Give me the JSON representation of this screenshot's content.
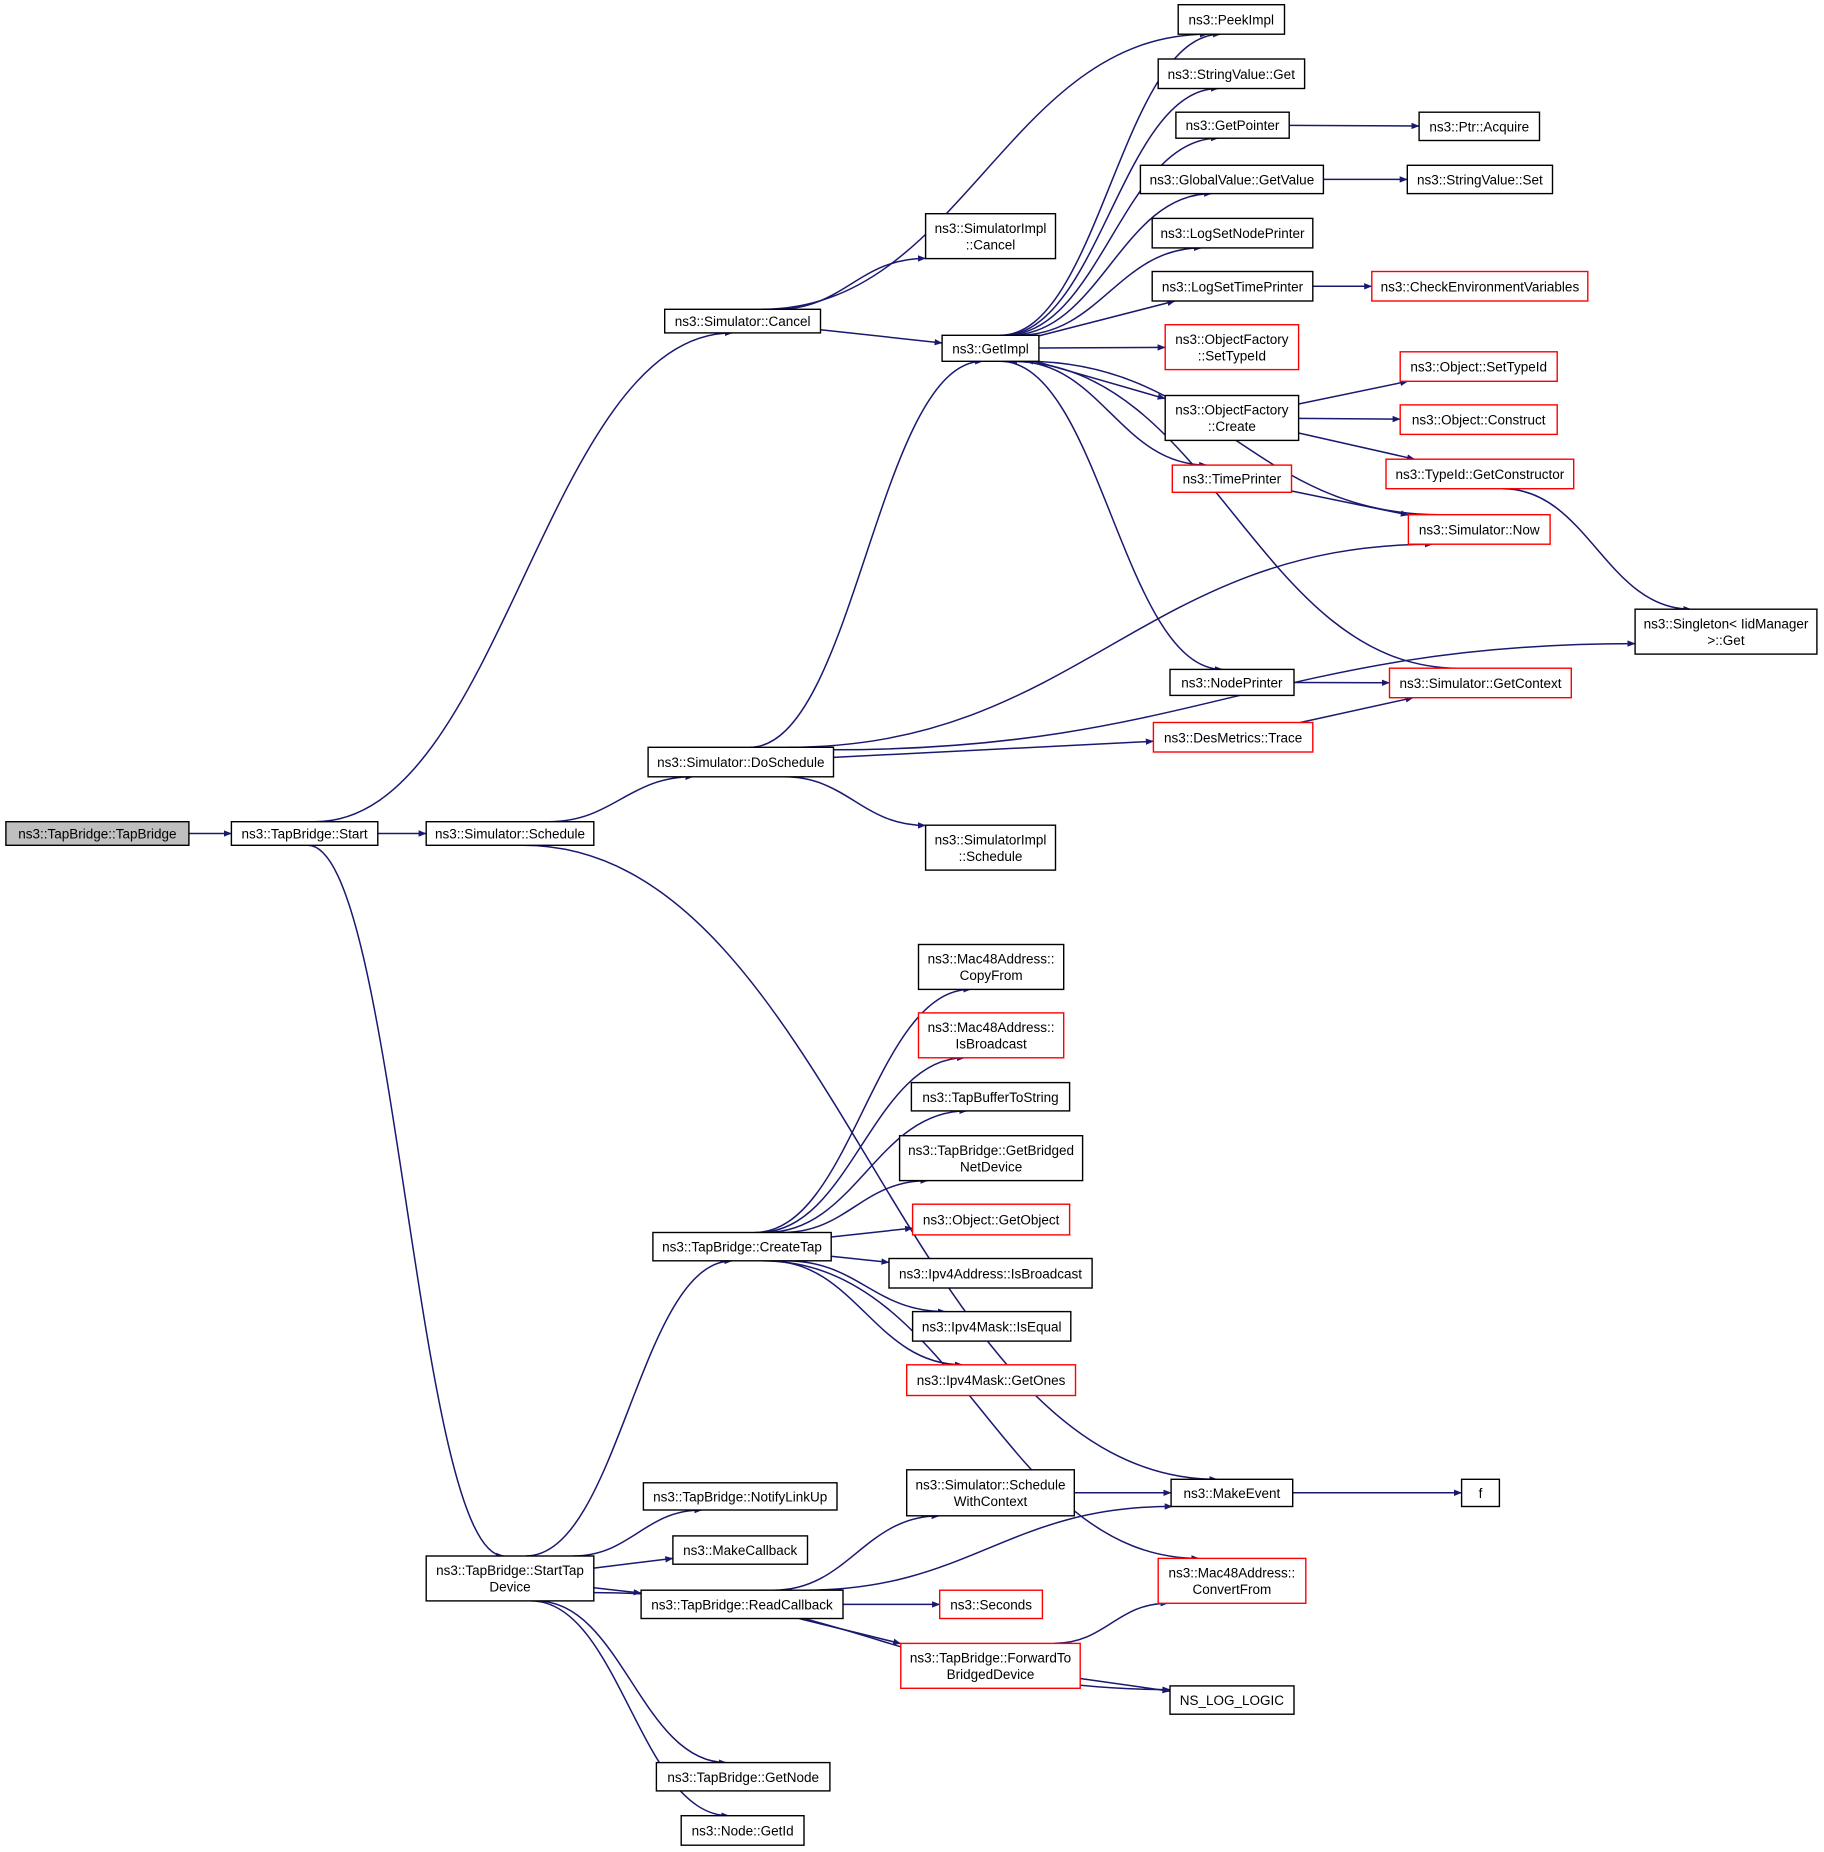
{
  "nodes": [
    {
      "id": "tapbridge_ctor",
      "lines": [
        "ns3::TapBridge::TapBridge"
      ],
      "border": "black",
      "root": true
    },
    {
      "id": "tapbridge_start",
      "lines": [
        "ns3::TapBridge::Start"
      ],
      "border": "black"
    },
    {
      "id": "simulator_cancel",
      "lines": [
        "ns3::Simulator::Cancel"
      ],
      "border": "black"
    },
    {
      "id": "simulator_schedule",
      "lines": [
        "ns3::Simulator::Schedule"
      ],
      "border": "black"
    },
    {
      "id": "simulator_doschedule",
      "lines": [
        "ns3::Simulator::DoSchedule"
      ],
      "border": "black"
    },
    {
      "id": "simimpl_cancel",
      "lines": [
        "ns3::SimulatorImpl",
        "::Cancel"
      ],
      "border": "black"
    },
    {
      "id": "simimpl_schedule",
      "lines": [
        "ns3::SimulatorImpl",
        "::Schedule"
      ],
      "border": "black"
    },
    {
      "id": "getimpl",
      "lines": [
        "ns3::GetImpl"
      ],
      "border": "black"
    },
    {
      "id": "peekimpl",
      "lines": [
        "ns3::PeekImpl"
      ],
      "border": "black"
    },
    {
      "id": "stringvalue_get",
      "lines": [
        "ns3::StringValue::Get"
      ],
      "border": "black"
    },
    {
      "id": "getpointer",
      "lines": [
        "ns3::GetPointer"
      ],
      "border": "black"
    },
    {
      "id": "ptr_acquire",
      "lines": [
        "ns3::Ptr::Acquire"
      ],
      "border": "black"
    },
    {
      "id": "globalvalue_getvalue",
      "lines": [
        "ns3::GlobalValue::GetValue"
      ],
      "border": "black"
    },
    {
      "id": "stringvalue_set",
      "lines": [
        "ns3::StringValue::Set"
      ],
      "border": "black"
    },
    {
      "id": "logsetnodeprinter",
      "lines": [
        "ns3::LogSetNodePrinter"
      ],
      "border": "black"
    },
    {
      "id": "logsettimeprinter",
      "lines": [
        "ns3::LogSetTimePrinter"
      ],
      "border": "black"
    },
    {
      "id": "checkenv",
      "lines": [
        "ns3::CheckEnvironmentVariables"
      ],
      "border": "red"
    },
    {
      "id": "objfactory_settypeid",
      "lines": [
        "ns3::ObjectFactory",
        "::SetTypeId"
      ],
      "border": "red"
    },
    {
      "id": "objfactory_create",
      "lines": [
        "ns3::ObjectFactory",
        "::Create"
      ],
      "border": "black"
    },
    {
      "id": "object_settypeid",
      "lines": [
        "ns3::Object::SetTypeId"
      ],
      "border": "red"
    },
    {
      "id": "object_construct",
      "lines": [
        "ns3::Object::Construct"
      ],
      "border": "red"
    },
    {
      "id": "typeid_getconstructor",
      "lines": [
        "ns3::TypeId::GetConstructor"
      ],
      "border": "red"
    },
    {
      "id": "timeprinter",
      "lines": [
        "ns3::TimePrinter"
      ],
      "border": "red"
    },
    {
      "id": "simulator_now",
      "lines": [
        "ns3::Simulator::Now"
      ],
      "border": "red"
    },
    {
      "id": "singleton_get",
      "lines": [
        "ns3::Singleton< IidManager",
        ">::Get"
      ],
      "border": "black"
    },
    {
      "id": "nodeprinter",
      "lines": [
        "ns3::NodePrinter"
      ],
      "border": "black"
    },
    {
      "id": "simulator_getcontext",
      "lines": [
        "ns3::Simulator::GetContext"
      ],
      "border": "red"
    },
    {
      "id": "desmetrics_trace",
      "lines": [
        "ns3::DesMetrics::Trace"
      ],
      "border": "red"
    },
    {
      "id": "mac48_copyfrom",
      "lines": [
        "ns3::Mac48Address::",
        "CopyFrom"
      ],
      "border": "black"
    },
    {
      "id": "mac48_isbroadcast",
      "lines": [
        "ns3::Mac48Address::",
        "IsBroadcast"
      ],
      "border": "red"
    },
    {
      "id": "tapbuffertostring",
      "lines": [
        "ns3::TapBufferToString"
      ],
      "border": "black"
    },
    {
      "id": "getbridgednetdevice",
      "lines": [
        "ns3::TapBridge::GetBridged",
        "NetDevice"
      ],
      "border": "black"
    },
    {
      "id": "object_getobject",
      "lines": [
        "ns3::Object::GetObject"
      ],
      "border": "red"
    },
    {
      "id": "createtap",
      "lines": [
        "ns3::TapBridge::CreateTap"
      ],
      "border": "black"
    },
    {
      "id": "ipv4_isbroadcast",
      "lines": [
        "ns3::Ipv4Address::IsBroadcast"
      ],
      "border": "black"
    },
    {
      "id": "ipv4mask_isequal",
      "lines": [
        "ns3::Ipv4Mask::IsEqual"
      ],
      "border": "black"
    },
    {
      "id": "ipv4mask_getones",
      "lines": [
        "ns3::Ipv4Mask::GetOnes"
      ],
      "border": "red"
    },
    {
      "id": "schedulewithcontext",
      "lines": [
        "ns3::Simulator::Schedule",
        "WithContext"
      ],
      "border": "black"
    },
    {
      "id": "makeevent",
      "lines": [
        "ns3::MakeEvent"
      ],
      "border": "black"
    },
    {
      "id": "f",
      "lines": [
        "f"
      ],
      "border": "black"
    },
    {
      "id": "notifylinkup",
      "lines": [
        "ns3::TapBridge::NotifyLinkUp"
      ],
      "border": "black"
    },
    {
      "id": "makecallback",
      "lines": [
        "ns3::MakeCallback"
      ],
      "border": "black"
    },
    {
      "id": "mac48_convertfrom",
      "lines": [
        "ns3::Mac48Address::",
        "ConvertFrom"
      ],
      "border": "red"
    },
    {
      "id": "starttapdevice",
      "lines": [
        "ns3::TapBridge::StartTap",
        "Device"
      ],
      "border": "black"
    },
    {
      "id": "readcallback",
      "lines": [
        "ns3::TapBridge::ReadCallback"
      ],
      "border": "black"
    },
    {
      "id": "seconds",
      "lines": [
        "ns3::Seconds"
      ],
      "border": "red"
    },
    {
      "id": "forwardtobridged",
      "lines": [
        "ns3::TapBridge::ForwardTo",
        "BridgedDevice"
      ],
      "border": "red"
    },
    {
      "id": "ns_log_logic",
      "lines": [
        "NS_LOG_LOGIC"
      ],
      "border": "black"
    },
    {
      "id": "tapbridge_getnode",
      "lines": [
        "ns3::TapBridge::GetNode"
      ],
      "border": "black"
    },
    {
      "id": "node_getid",
      "lines": [
        "ns3::Node::GetId"
      ],
      "border": "black"
    }
  ],
  "edges": [
    [
      "tapbridge_ctor",
      "tapbridge_start"
    ],
    [
      "tapbridge_start",
      "simulator_cancel"
    ],
    [
      "tapbridge_start",
      "simulator_schedule"
    ],
    [
      "tapbridge_start",
      "starttapdevice"
    ],
    [
      "simulator_cancel",
      "simimpl_cancel"
    ],
    [
      "simulator_cancel",
      "getimpl"
    ],
    [
      "simulator_cancel",
      "peekimpl"
    ],
    [
      "simulator_schedule",
      "simulator_doschedule"
    ],
    [
      "simulator_schedule",
      "makeevent"
    ],
    [
      "simulator_doschedule",
      "getimpl"
    ],
    [
      "simulator_doschedule",
      "simulator_now"
    ],
    [
      "simulator_doschedule",
      "desmetrics_trace"
    ],
    [
      "simulator_doschedule",
      "singleton_get"
    ],
    [
      "simulator_doschedule",
      "simimpl_schedule"
    ],
    [
      "getimpl",
      "peekimpl"
    ],
    [
      "getimpl",
      "stringvalue_get"
    ],
    [
      "getimpl",
      "getpointer"
    ],
    [
      "getimpl",
      "globalvalue_getvalue"
    ],
    [
      "getimpl",
      "logsetnodeprinter"
    ],
    [
      "getimpl",
      "logsettimeprinter"
    ],
    [
      "getimpl",
      "objfactory_settypeid"
    ],
    [
      "getimpl",
      "objfactory_create"
    ],
    [
      "getimpl",
      "timeprinter"
    ],
    [
      "getimpl",
      "nodeprinter"
    ],
    [
      "getpointer",
      "ptr_acquire"
    ],
    [
      "globalvalue_getvalue",
      "stringvalue_set"
    ],
    [
      "logsettimeprinter",
      "checkenv"
    ],
    [
      "objfactory_create",
      "object_settypeid"
    ],
    [
      "objfactory_create",
      "object_construct"
    ],
    [
      "objfactory_create",
      "typeid_getconstructor"
    ],
    [
      "typeid_getconstructor",
      "singleton_get"
    ],
    [
      "timeprinter",
      "simulator_now"
    ],
    [
      "simulator_now",
      "getimpl"
    ],
    [
      "simulator_getcontext",
      "getimpl"
    ],
    [
      "nodeprinter",
      "simulator_getcontext"
    ],
    [
      "desmetrics_trace",
      "simulator_getcontext"
    ],
    [
      "createtap",
      "mac48_copyfrom"
    ],
    [
      "createtap",
      "mac48_isbroadcast"
    ],
    [
      "createtap",
      "tapbuffertostring"
    ],
    [
      "createtap",
      "getbridgednetdevice"
    ],
    [
      "createtap",
      "object_getobject"
    ],
    [
      "createtap",
      "ipv4_isbroadcast"
    ],
    [
      "createtap",
      "ipv4mask_isequal"
    ],
    [
      "createtap",
      "ipv4mask_getones"
    ],
    [
      "createtap",
      "mac48_convertfrom"
    ],
    [
      "starttapdevice",
      "createtap"
    ],
    [
      "starttapdevice",
      "notifylinkup"
    ],
    [
      "starttapdevice",
      "makecallback"
    ],
    [
      "starttapdevice",
      "readcallback"
    ],
    [
      "starttapdevice",
      "ns_log_logic"
    ],
    [
      "starttapdevice",
      "tapbridge_getnode"
    ],
    [
      "starttapdevice",
      "node_getid"
    ],
    [
      "readcallback",
      "schedulewithcontext"
    ],
    [
      "readcallback",
      "makeevent"
    ],
    [
      "readcallback",
      "seconds"
    ],
    [
      "readcallback",
      "forwardtobridged"
    ],
    [
      "schedulewithcontext",
      "makeevent"
    ],
    [
      "makeevent",
      "f"
    ],
    [
      "forwardtobridged",
      "mac48_convertfrom"
    ],
    [
      "forwardtobridged",
      "ns_log_logic"
    ]
  ],
  "colors": {
    "edge": "#191970",
    "box_border": "#000000",
    "box_border_red": "#ff0000",
    "root_fill": "#bfbfbf",
    "box_fill": "#ffffff"
  }
}
